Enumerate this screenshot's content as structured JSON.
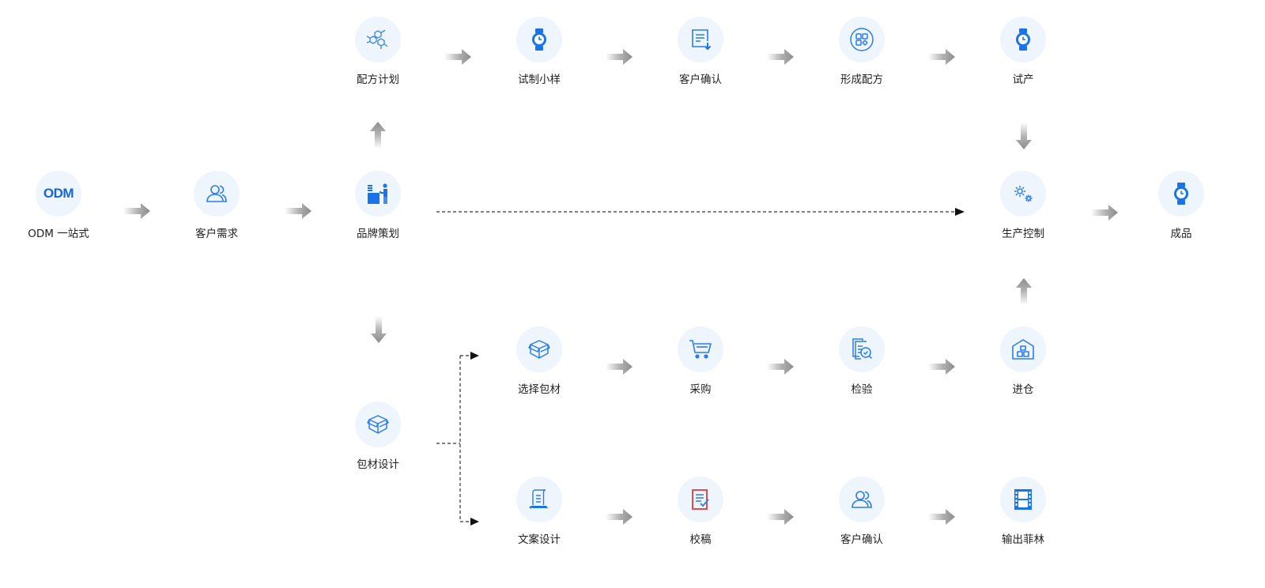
{
  "nodes": {
    "odm": {
      "label": "ODM 一站式",
      "badge": "ODM"
    },
    "customer_needs": {
      "label": "客户需求"
    },
    "brand_planning": {
      "label": "品牌策划"
    },
    "formula_plan": {
      "label": "配方计划"
    },
    "trial_sample": {
      "label": "试制小样"
    },
    "customer_confirm_1": {
      "label": "客户确认"
    },
    "form_formula": {
      "label": "形成配方"
    },
    "trial_production": {
      "label": "试产"
    },
    "production_control": {
      "label": "生产控制"
    },
    "finished_product": {
      "label": "成品"
    },
    "packaging_design": {
      "label": "包材设计"
    },
    "select_packaging": {
      "label": "选择包材"
    },
    "purchase": {
      "label": "采购"
    },
    "inspection": {
      "label": "检验"
    },
    "warehousing": {
      "label": "进仓"
    },
    "copywriting": {
      "label": "文案设计"
    },
    "proofreading": {
      "label": "校稿"
    },
    "customer_confirm_2": {
      "label": "客户确认"
    },
    "output_film": {
      "label": "输出菲林"
    }
  },
  "icons": {
    "odm": "odm-text-icon",
    "customer_needs": "users-icon",
    "brand_planning": "office-desk-icon",
    "formula_plan": "molecule-icon",
    "trial_sample": "watch-icon",
    "customer_confirm_1": "document-download-icon",
    "form_formula": "app-grid-icon",
    "trial_production": "watch-icon",
    "production_control": "gears-icon",
    "finished_product": "watch-icon",
    "packaging_design": "box-icon",
    "select_packaging": "box-icon",
    "purchase": "cart-icon",
    "inspection": "inspect-icon",
    "warehousing": "warehouse-icon",
    "copywriting": "scroll-icon",
    "proofreading": "checklist-icon",
    "customer_confirm_2": "users-icon",
    "output_film": "film-icon"
  },
  "colors": {
    "accent": "#1a73e8",
    "circle_bg": "#eef5fd",
    "arrow": "#9a9a9a",
    "text": "#222222",
    "alert": "#e53935"
  }
}
